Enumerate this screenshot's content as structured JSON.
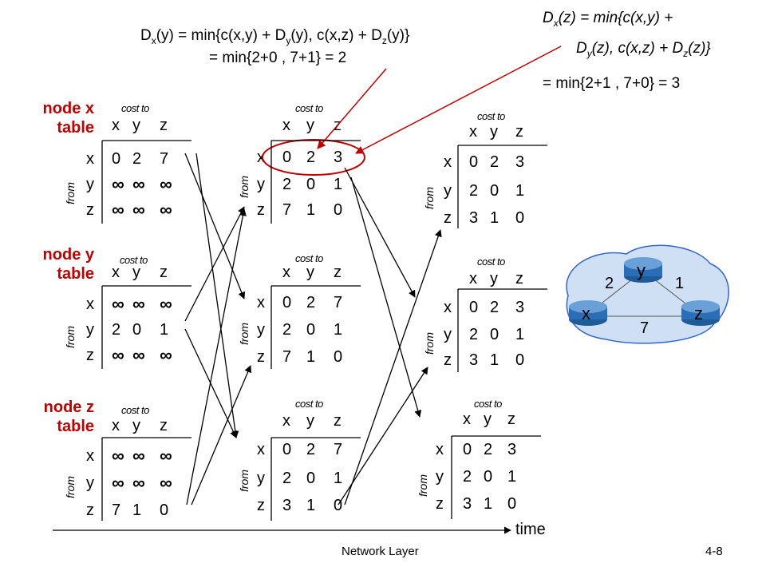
{
  "equations": {
    "dxy_line1_a": "D",
    "dxy_line1_b": "(y) = min{c(x,y) + D",
    "dxy_line1_c": "(y), c(x,z) + D",
    "dxy_line1_d": "(y)}",
    "dxy_line2": "= min{2+0 , 7+1} = 2",
    "dxz_line1_a": "D",
    "dxz_line1_b": "(z) = min{c(x,y) +",
    "dxz_line2_a": "D",
    "dxz_line2_b": "(z), c(x,z) + D",
    "dxz_line2_c": "(z)}",
    "dxz_line3": "= min{2+1 , 7+0} = 3",
    "sub_x": "x",
    "sub_y": "y",
    "sub_z": "z"
  },
  "labels": {
    "node_x": [
      "node x",
      "table"
    ],
    "node_y": [
      "node y",
      "table"
    ],
    "node_z": [
      "node z",
      "table"
    ],
    "cost_to": "cost to",
    "from": "from",
    "cols": [
      "x",
      "y",
      "z"
    ],
    "rows": [
      "x",
      "y",
      "z"
    ]
  },
  "tables": {
    "c1_x": [
      [
        "0",
        "2",
        "7"
      ],
      [
        "∞",
        "∞",
        "∞"
      ],
      [
        "∞",
        "∞",
        "∞"
      ]
    ],
    "c1_y": [
      [
        "∞",
        "∞",
        "∞"
      ],
      [
        "2",
        "0",
        "1"
      ],
      [
        "∞",
        "∞",
        "∞"
      ]
    ],
    "c1_z": [
      [
        "∞",
        "∞",
        "∞"
      ],
      [
        "∞",
        "∞",
        "∞"
      ],
      [
        "7",
        "1",
        "0"
      ]
    ],
    "c2_x": [
      [
        "0",
        "2",
        "3"
      ],
      [
        "2",
        "0",
        "1"
      ],
      [
        "7",
        "1",
        "0"
      ]
    ],
    "c2_y": [
      [
        "0",
        "2",
        "7"
      ],
      [
        "2",
        "0",
        "1"
      ],
      [
        "7",
        "1",
        "0"
      ]
    ],
    "c2_z": [
      [
        "0",
        "2",
        "7"
      ],
      [
        "2",
        "0",
        "1"
      ],
      [
        "3",
        "1",
        "0"
      ]
    ],
    "c3_x": [
      [
        "0",
        "2",
        "3"
      ],
      [
        "2",
        "0",
        "1"
      ],
      [
        "3",
        "1",
        "0"
      ]
    ],
    "c3_y": [
      [
        "0",
        "2",
        "3"
      ],
      [
        "2",
        "0",
        "1"
      ],
      [
        "3",
        "1",
        "0"
      ]
    ],
    "c3_z": [
      [
        "0",
        "2",
        "3"
      ],
      [
        "2",
        "0",
        "1"
      ],
      [
        "3",
        "1",
        "0"
      ]
    ]
  },
  "graph": {
    "nodes": [
      "x",
      "y",
      "z"
    ],
    "edge_xy": "2",
    "edge_yz": "1",
    "edge_xz": "7"
  },
  "time_label": "time",
  "footer": {
    "left": "Network Layer",
    "right": "4-8"
  },
  "colors": {
    "node_label": "#c00000",
    "highlight": "#c00000",
    "cloud": "#3366cc",
    "router": "#2a6fb5"
  }
}
